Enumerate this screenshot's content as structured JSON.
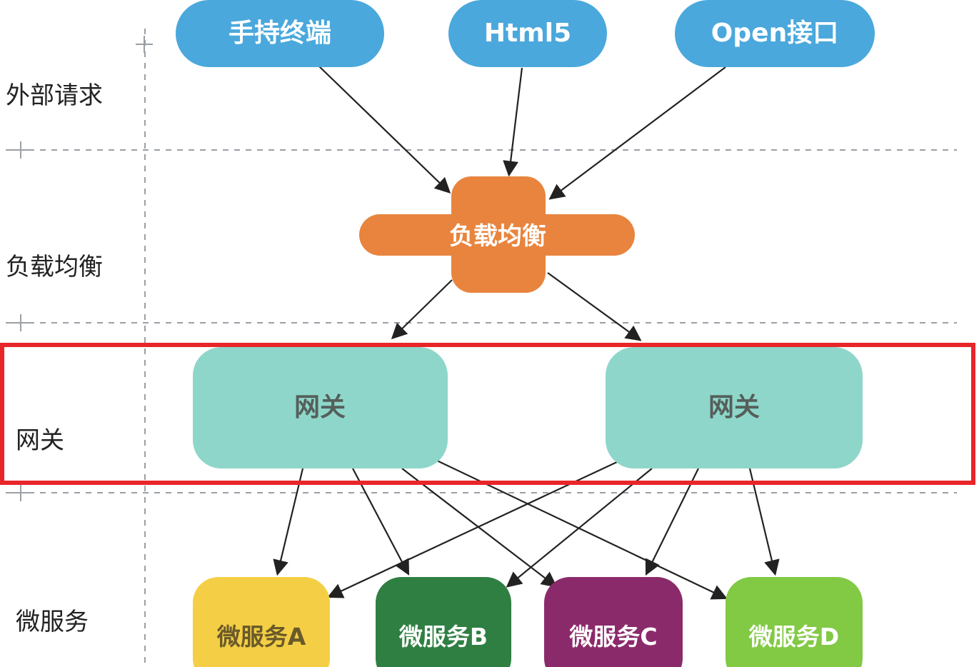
{
  "row_labels": {
    "external": "外部请求",
    "load_balance": "负载均衡",
    "gateway": "网关",
    "microservice": "微服务"
  },
  "clients": {
    "mobile": "手持终端",
    "html5": "Html5",
    "open_api": "Open接口"
  },
  "load_balancer": {
    "label": "负载均衡"
  },
  "gateways": {
    "left": "网关",
    "right": "网关"
  },
  "services": {
    "a": "微服务A",
    "b": "微服务B",
    "c": "微服务C",
    "d": "微服务D"
  },
  "colors": {
    "client": "#4aa8dc",
    "load_balancer": "#e8843e",
    "gateway": "#8ed6ca",
    "highlight": "#e8262a",
    "service_a": "#f4cf45",
    "service_b": "#2f7f42",
    "service_c": "#8b2a6b",
    "service_d": "#82c944"
  }
}
